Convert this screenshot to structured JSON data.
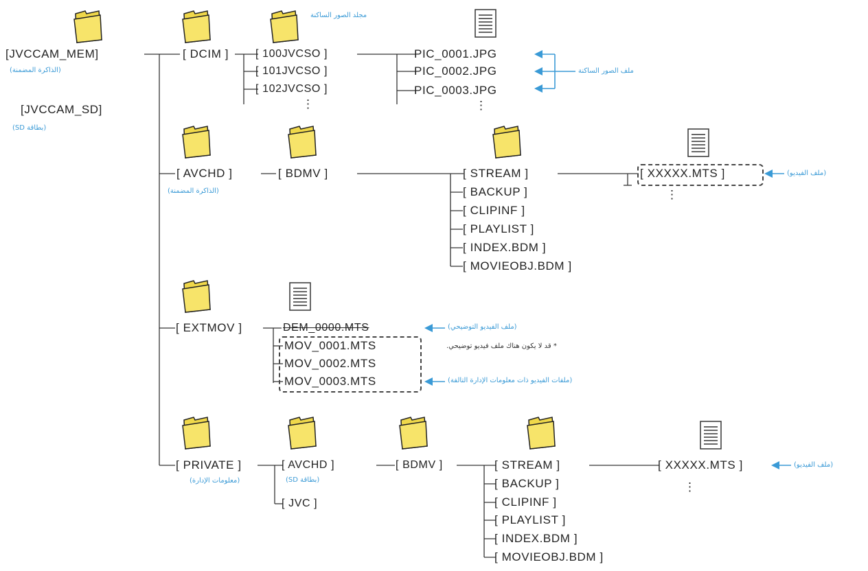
{
  "colors": {
    "accent": "#3a9ad6",
    "line": "#333333",
    "folder_fill": "#f4e05a",
    "folder_stroke": "#222222"
  },
  "icons": {
    "folder": "folder-icon",
    "file": "file-icon",
    "arrow": "arrow-left-icon"
  },
  "root": {
    "mem_label": "[JVCCAM_MEM]",
    "mem_note": "(الذاكرة المضمنة)",
    "sd_label": "[JVCCAM_SD]",
    "sd_note": "(بطاقة SD)"
  },
  "dcim": {
    "label": "[ DCIM ]",
    "folder_note": "مجلد الصور الساكنة",
    "subfolders": [
      "[ 100JVCSO ]",
      "[ 101JVCSO ]",
      "[ 102JVCSO ]"
    ],
    "files": [
      "PIC_0001.JPG",
      "PIC_0002.JPG",
      "PIC_0003.JPG"
    ],
    "files_note": "ملف الصور الساكنة",
    "ellipsis": "⋮"
  },
  "avchd": {
    "label": "[ AVCHD ]",
    "note": "(الذاكرة المضمنة)",
    "bdmv": "[ BDMV ]",
    "items": [
      "[ STREAM ]",
      "[ BACKUP ]",
      "[ CLIPINF ]",
      "[ PLAYLIST ]",
      "[ INDEX.BDM ]",
      "[ MOVIEOBJ.BDM ]"
    ],
    "mts": "[ XXXXX.MTS ]",
    "mts_note": "(ملف الفيديو)",
    "ellipsis": "⋮"
  },
  "extmov": {
    "label": "[ EXTMOV ]",
    "files": [
      "DEM_0000.MTS",
      "MOV_0001.MTS",
      "MOV_0002.MTS",
      "MOV_0003.MTS"
    ],
    "demo_note": "(ملف الفيديو التوضيحي)",
    "demo_footnote": "* قد لا يكون هناك ملف فيديو توضيحي.",
    "mov_note": "(ملفات الفيديو ذات معلومات الإدارة التالفة)"
  },
  "private": {
    "label": "[ PRIVATE ]",
    "note": "(معلومات الإدارة)",
    "avchd": "[ AVCHD ]",
    "avchd_note": "(بطاقة SD)",
    "jvc": "[ JVC ]",
    "bdmv": "[ BDMV ]",
    "items": [
      "[ STREAM ]",
      "[ BACKUP ]",
      "[ CLIPINF ]",
      "[ PLAYLIST ]",
      "[ INDEX.BDM ]",
      "[ MOVIEOBJ.BDM ]"
    ],
    "mts": "[ XXXXX.MTS ]",
    "mts_note": "(ملف الفيديو)",
    "ellipsis": "⋮"
  }
}
